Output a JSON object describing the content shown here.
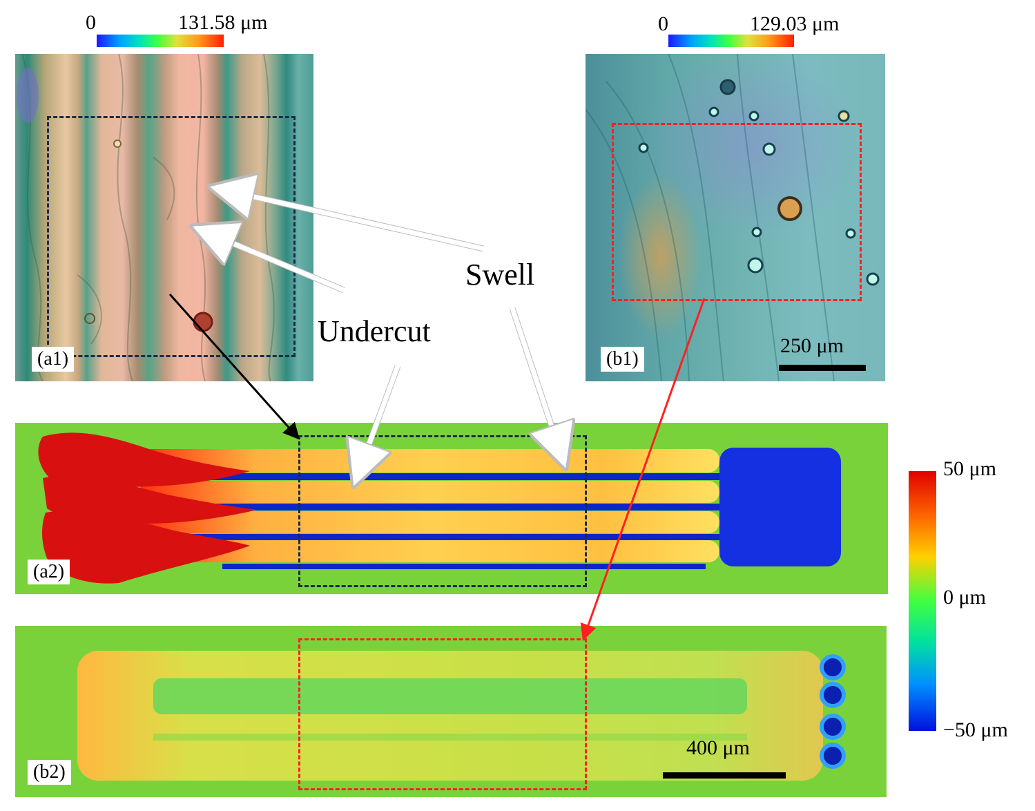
{
  "a1": {
    "label": "(a1)",
    "scale_min": "0",
    "scale_max": "131.58 μm"
  },
  "b1": {
    "label": "(b1)",
    "scale_min": "0",
    "scale_max": "129.03 μm",
    "scalebar": "250 μm"
  },
  "a2": {
    "label": "(a2)"
  },
  "b2": {
    "label": "(b2)",
    "scalebar": "400 μm"
  },
  "annotations": {
    "swell": "Swell",
    "undercut": "Undercut"
  },
  "colorbar": {
    "max": "50 μm",
    "mid": "0 μm",
    "min": "−50 μm"
  },
  "colors": {
    "box_a": "#1a2a4a",
    "box_b": "#ff2020",
    "arrow_white": "#ffffff",
    "arrow_black": "#000000",
    "arrow_red": "#ff2020"
  }
}
